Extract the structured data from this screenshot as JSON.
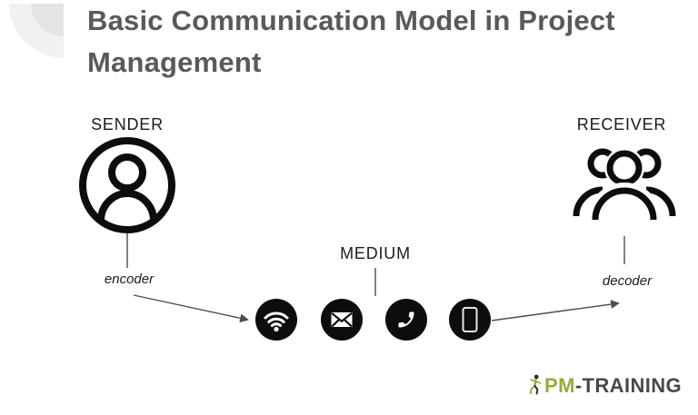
{
  "title_lines": [
    "Basic Communication Model in Project",
    "Management"
  ],
  "sender": {
    "label": "SENDER",
    "sublabel": "encoder",
    "icon": "person-icon"
  },
  "receiver": {
    "label": "RECEIVER",
    "sublabel": "decoder",
    "icon": "group-icon"
  },
  "medium": {
    "label": "MEDIUM",
    "channels": [
      {
        "name": "wifi-icon"
      },
      {
        "name": "email-icon"
      },
      {
        "name": "phone-icon"
      },
      {
        "name": "mobile-icon"
      }
    ]
  },
  "logo": {
    "pm": "PM",
    "training": "-TRAINING",
    "icon": "runner-icon"
  },
  "colors": {
    "title": "#58595b",
    "label": "#1b1b1b",
    "icon_black": "#0d0d0d",
    "connector": "#4d4d4d",
    "logo_green": "#94ad3a",
    "logo_gray": "#47494b",
    "decoration_outer": "#f1f1f1",
    "decoration_inner": "#e4e4e4"
  }
}
